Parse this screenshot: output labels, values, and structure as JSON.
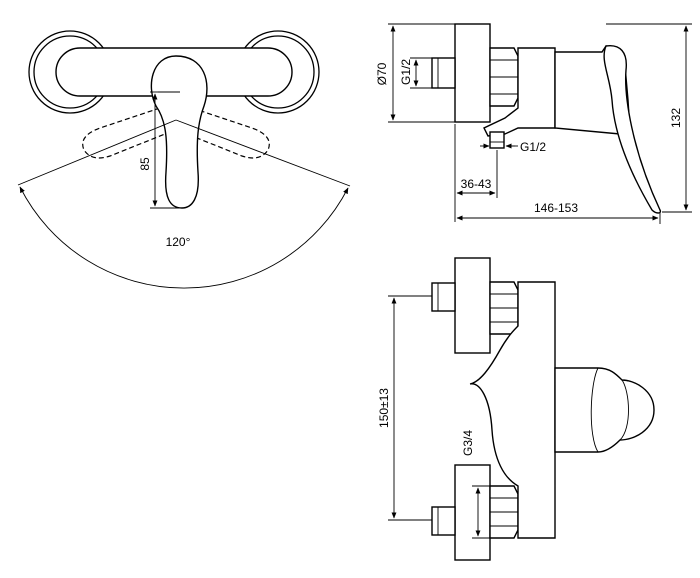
{
  "drawing": {
    "front_view": {
      "rotation_angle": "120°",
      "lever_height": "85"
    },
    "side_view": {
      "diameter": "Ø70",
      "inlet_thread": "G1/2",
      "outlet_thread": "G1/2",
      "depth_range": "36-43",
      "total_length": "146-153",
      "height": "132"
    },
    "bottom_view": {
      "inlet_spacing": "150±13",
      "connection_thread": "G3/4"
    }
  }
}
